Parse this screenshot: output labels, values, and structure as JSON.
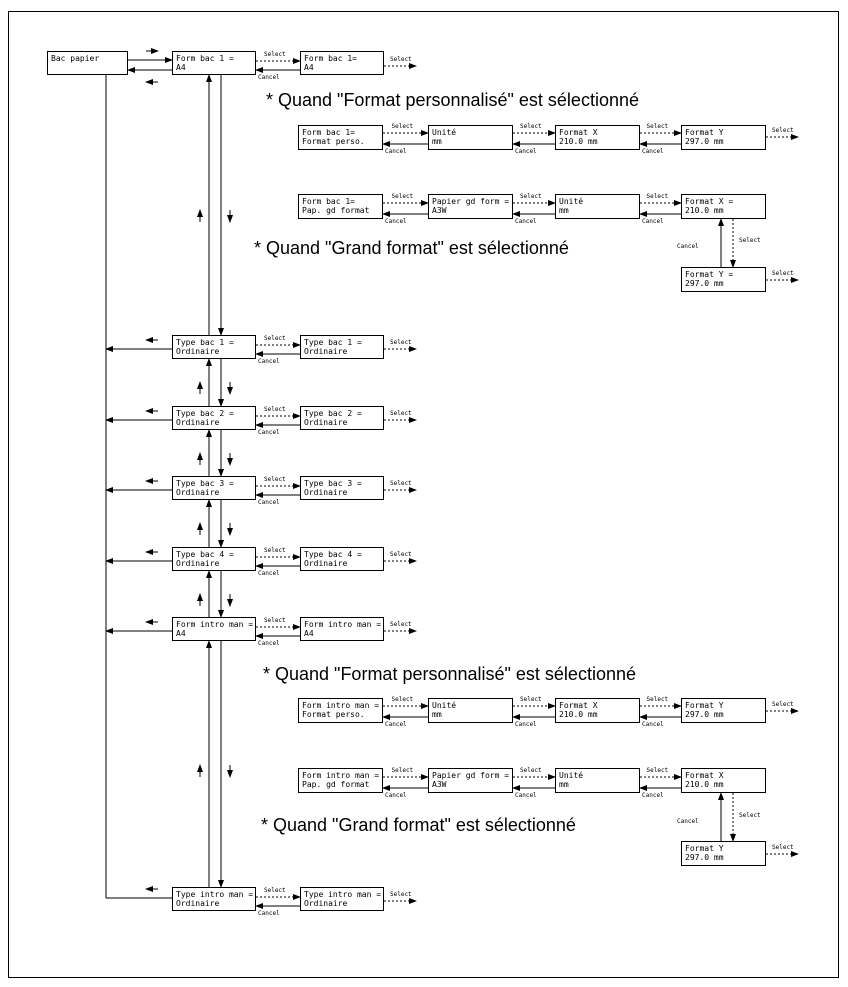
{
  "labels": {
    "select": "Select",
    "cancel": "Cancel"
  },
  "notes": {
    "custom": "* Quand \"Format personnalisé\" est sélectionné",
    "large": "* Quand \"Grand format\" est sélectionné"
  },
  "boxes": {
    "bac_papier": [
      "Bac papier"
    ],
    "form_bac1": [
      "Form bac 1 =",
      "A4"
    ],
    "form_bac1_value": [
      "Form bac 1=",
      "A4"
    ],
    "form_bac1_custom": [
      "Form bac 1=",
      "Format perso."
    ],
    "unite": [
      "Unité",
      "mm"
    ],
    "format_x_plain": [
      "Format X",
      "210.0 mm"
    ],
    "format_y": [
      "Format Y",
      "297.0 mm"
    ],
    "form_bac1_large": [
      "Form bac 1=",
      "Pap. gd format"
    ],
    "papier_gd_form": [
      "Papier gd form =",
      "A3W"
    ],
    "format_x_eq": [
      "Format X =",
      "210.0 mm"
    ],
    "format_y_eq": [
      "Format Y =",
      "297.0 mm"
    ],
    "type_bac1": [
      "Type bac 1 =",
      "Ordinaire"
    ],
    "type_bac2": [
      "Type bac 2 =",
      "Ordinaire"
    ],
    "type_bac3": [
      "Type bac 3 =",
      "Ordinaire"
    ],
    "type_bac4": [
      "Type bac 4 =",
      "Ordinaire"
    ],
    "form_intro_man": [
      "Form intro man =",
      "A4"
    ],
    "form_intro_man_custom": [
      "Form intro man  =",
      "Format perso."
    ],
    "form_intro_man_large": [
      "Form intro man =",
      "Pap. gd format"
    ],
    "format_x_intro": [
      "Format X",
      "210.0 mm"
    ],
    "type_intro_man": [
      "Type intro man =",
      "Ordinaire"
    ]
  }
}
